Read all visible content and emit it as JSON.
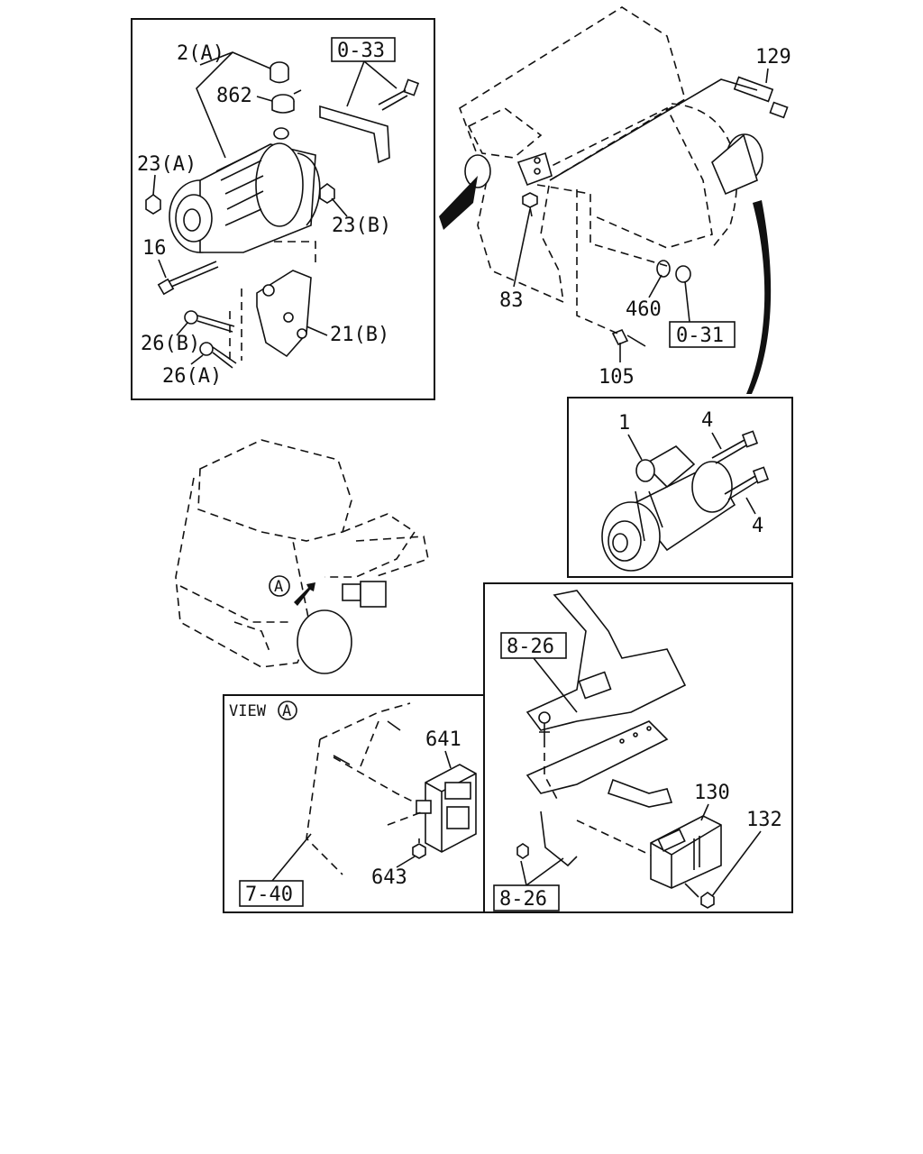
{
  "labels": {
    "alt_2a": "2(A)",
    "alt_862": "862",
    "alt_23a": "23(A)",
    "alt_23b": "23(B)",
    "alt_16": "16",
    "alt_26b": "26(B)",
    "alt_26a": "26(A)",
    "alt_21b": "21(B)",
    "eng_129": "129",
    "eng_83": "83",
    "eng_460": "460",
    "eng_105": "105",
    "st_1": "1",
    "st_4a": "4",
    "st_4b": "4",
    "va_641": "641",
    "va_643": "643",
    "br_130": "130",
    "br_132": "132",
    "truck_a": "A"
  },
  "refs": {
    "r033": "0-33",
    "r031": "0-31",
    "r826a": "8-26",
    "r826b": "8-26",
    "r740": "7-40"
  },
  "view_a": {
    "prefix": "VIEW",
    "letter": "A"
  }
}
